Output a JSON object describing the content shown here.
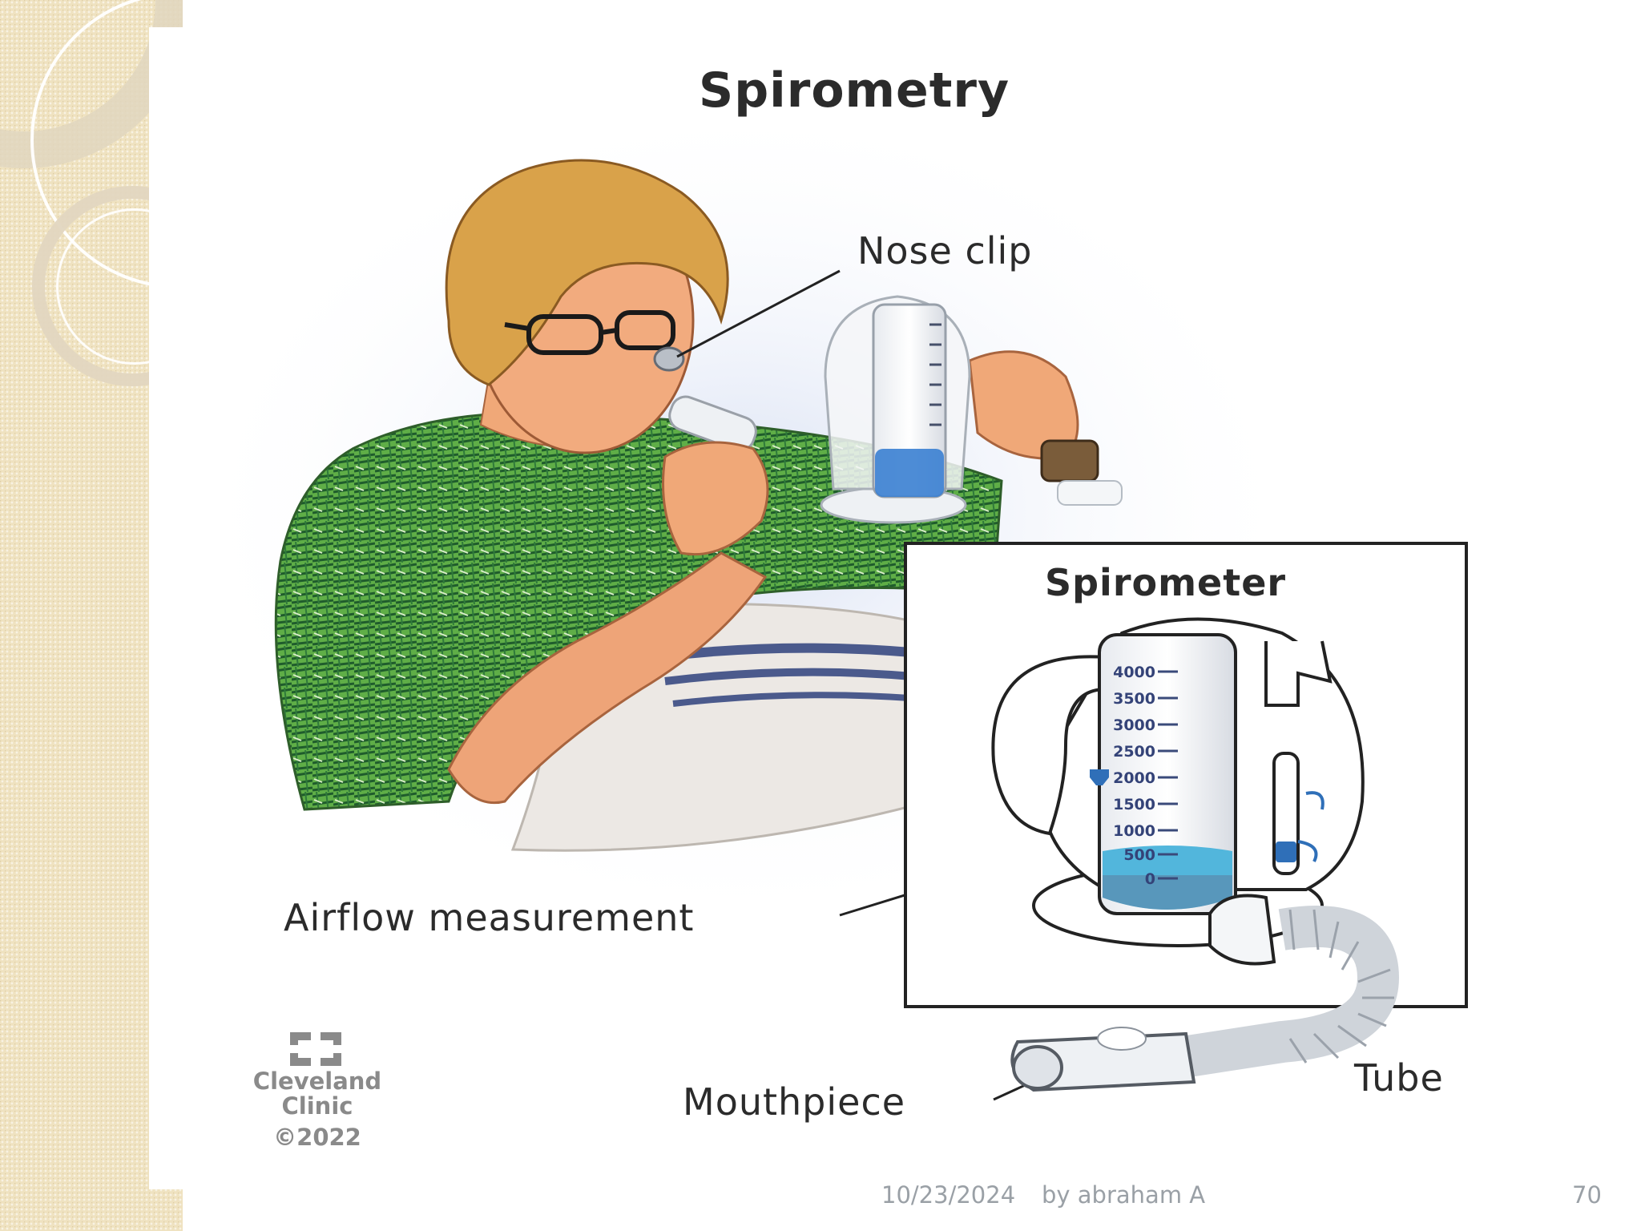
{
  "slide": {
    "title": "Spirometry",
    "labels": {
      "nose_clip": "Nose clip",
      "airflow": "Airflow measurement",
      "mouthpiece": "Mouthpiece",
      "tube": "Tube"
    },
    "inset_title": "Spirometer",
    "scale_marks": [
      "4000",
      "3500",
      "3000",
      "2500",
      "2000",
      "1500",
      "1000",
      "500",
      "0"
    ],
    "logo": {
      "name": "Cleveland Clinic",
      "copyright": "©2022"
    }
  },
  "footer": {
    "date": "10/23/2024",
    "author": "by abraham A",
    "page": "70"
  },
  "colors": {
    "gown_green": "#4f9a3e",
    "water_blue": "#52b6dc",
    "indicator_blue": "#2f6fb8",
    "skin": "#f0a878",
    "hair": "#d9a24a"
  }
}
